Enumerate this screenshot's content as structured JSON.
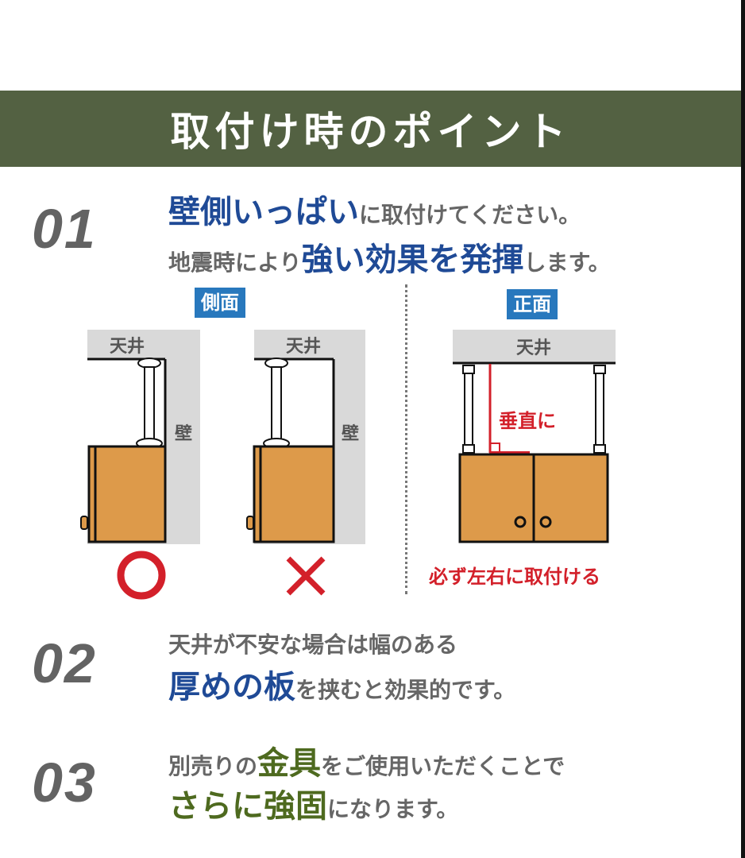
{
  "header": {
    "title": "取付け時のポイント",
    "background": "#536142"
  },
  "points": [
    {
      "number": "01",
      "line1": {
        "highlight": "壁側いっぱい",
        "rest": "に取付けてください。"
      },
      "line2": {
        "pre": "地震時により",
        "highlight": "強い効果を発揮",
        "rest": "します。"
      },
      "highlight_color": "#1f4a96"
    },
    {
      "number": "02",
      "line1": {
        "text": "天井が不安な場合は幅のある"
      },
      "line2": {
        "highlight": "厚めの板",
        "rest": "を挟むと効果的です。"
      },
      "highlight_color": "#1f4a96"
    },
    {
      "number": "03",
      "line1": {
        "pre": "別売りの",
        "highlight": "金具",
        "rest": "をご使用いただくことで"
      },
      "line2": {
        "highlight": "さらに強固",
        "rest": "になります。"
      },
      "highlight_color": "#4e6a1f"
    }
  ],
  "diagrams": {
    "side_view": {
      "tag": "側面",
      "ceiling_label": "天井",
      "wall_label": "壁",
      "good_mark": "○",
      "bad_mark": "×"
    },
    "front_view": {
      "tag": "正面",
      "ceiling_label": "天井",
      "vertical_label": "垂直に",
      "caption": "必ず左右に取付ける"
    },
    "colors": {
      "tag_bg": "#2878bd",
      "ceiling_gray": "#d9d9d9",
      "cabinet": "#dd9a4a",
      "accent_red": "#d3202a"
    }
  }
}
